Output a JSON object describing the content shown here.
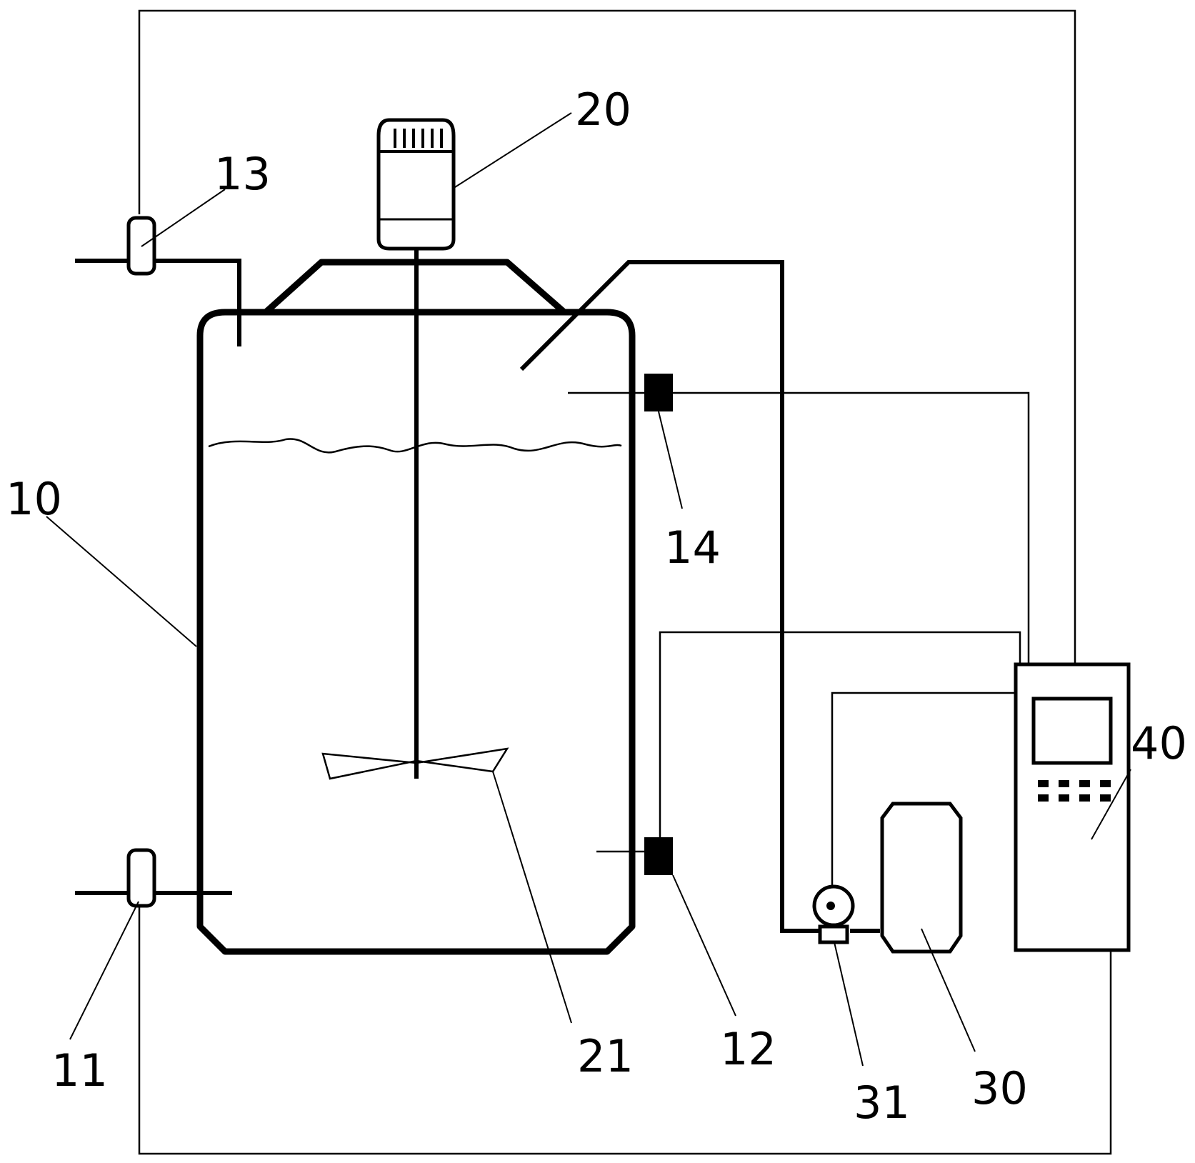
{
  "labels": {
    "tank": "10",
    "bottom_valve": "11",
    "lower_sensor": "12",
    "top_valve": "13",
    "upper_sensor": "14",
    "motor": "20",
    "impeller": "21",
    "reagent_container": "30",
    "pump": "31",
    "controller": "40"
  },
  "colors": {
    "line": "#000000",
    "background": "#ffffff"
  }
}
